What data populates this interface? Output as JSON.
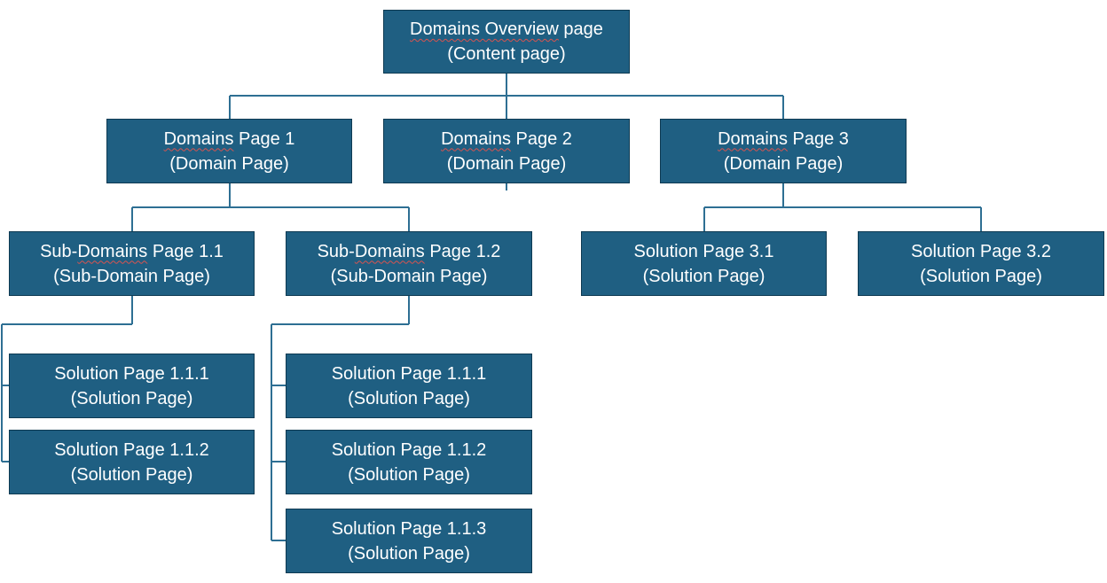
{
  "diagram": {
    "type": "hierarchy",
    "colors": {
      "box_fill": "#1f5f82",
      "box_border": "#0e3a52",
      "text": "#ffffff",
      "connector": "#2e6f93",
      "spell_squiggle": "#d9534f"
    },
    "nodes": {
      "root": {
        "title_marked": "Domains Overview",
        "title_rest": " page",
        "subtitle": "(Content page)"
      },
      "domain1": {
        "title_marked": "Domains",
        "title_rest": " Page 1",
        "subtitle": "(Domain Page)"
      },
      "domain2": {
        "title_marked": "Domains",
        "title_rest": " Page 2",
        "subtitle": "(Domain Page)"
      },
      "domain3": {
        "title_marked": "Domains",
        "title_rest": " Page 3",
        "subtitle": "(Domain Page)"
      },
      "subdomain11": {
        "title_lead": "Sub-",
        "title_marked": "Domains",
        "title_rest": " Page 1.1",
        "subtitle": "(Sub-Domain Page)"
      },
      "subdomain12": {
        "title_lead": "Sub-",
        "title_marked": "Domains",
        "title_rest": " Page 1.2",
        "subtitle": "(Sub-Domain Page)"
      },
      "solution31": {
        "title": "Solution Page 3.1",
        "subtitle": "(Solution Page)"
      },
      "solution32": {
        "title": "Solution Page 3.2",
        "subtitle": "(Solution Page)"
      },
      "sd11_sol1": {
        "title": "Solution Page 1.1.1",
        "subtitle": "(Solution Page)"
      },
      "sd11_sol2": {
        "title": "Solution Page 1.1.2",
        "subtitle": "(Solution Page)"
      },
      "sd12_sol1": {
        "title": "Solution Page 1.1.1",
        "subtitle": "(Solution Page)"
      },
      "sd12_sol2": {
        "title": "Solution Page 1.1.2",
        "subtitle": "(Solution Page)"
      },
      "sd12_sol3": {
        "title": "Solution Page 1.1.3",
        "subtitle": "(Solution Page)"
      }
    }
  }
}
